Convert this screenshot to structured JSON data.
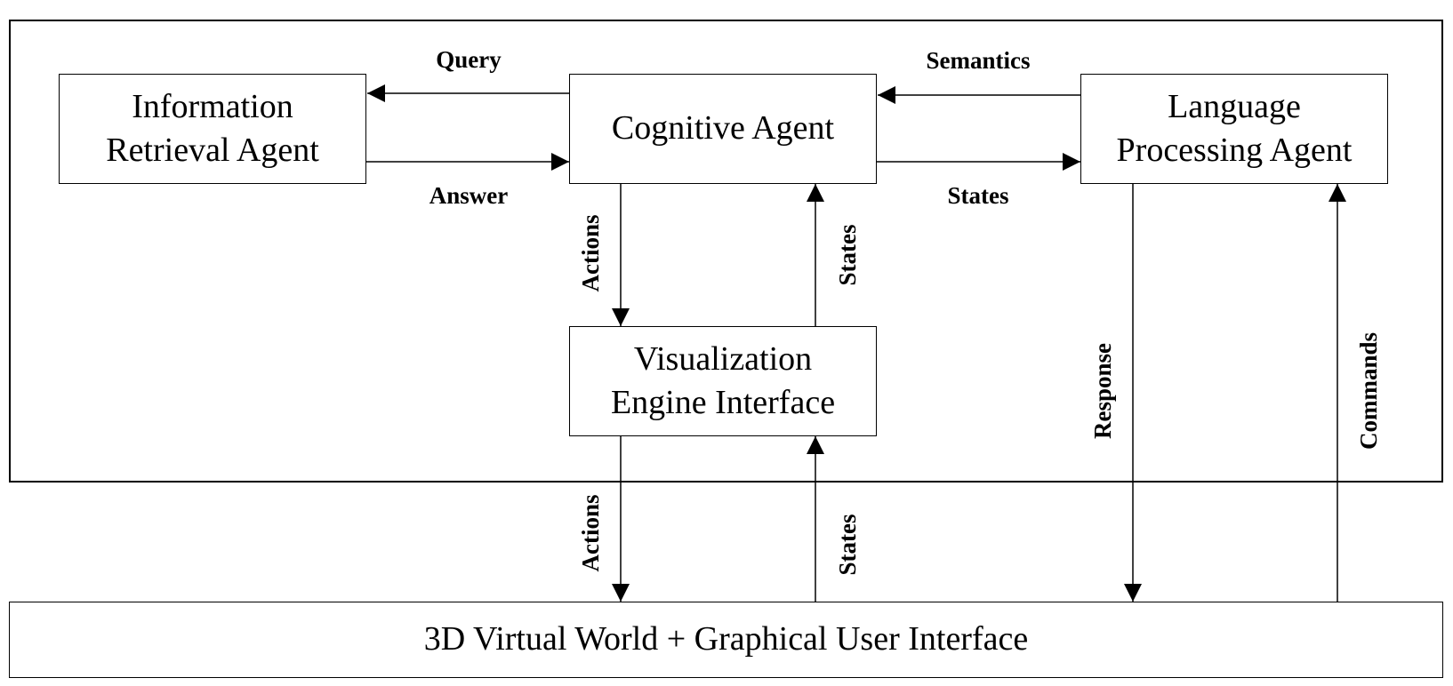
{
  "boxes": {
    "information_retrieval_agent": {
      "line1": "Information",
      "line2": "Retrieval Agent"
    },
    "cognitive_agent": {
      "line1": "Cognitive Agent"
    },
    "language_processing_agent": {
      "line1": "Language",
      "line2": "Processing Agent"
    },
    "visualization_engine_interface": {
      "line1": "Visualization",
      "line2": "Engine Interface"
    },
    "virtual_world_gui": {
      "line1": "3D Virtual World + Graphical User Interface"
    }
  },
  "edges": {
    "query": "Query",
    "answer": "Answer",
    "semantics": "Semantics",
    "states_cognitive_to_language": "States",
    "actions_cognitive_to_viz": "Actions",
    "states_viz_to_cognitive": "States",
    "actions_viz_to_world": "Actions",
    "states_world_to_viz": "States",
    "response": "Response",
    "commands": "Commands"
  }
}
